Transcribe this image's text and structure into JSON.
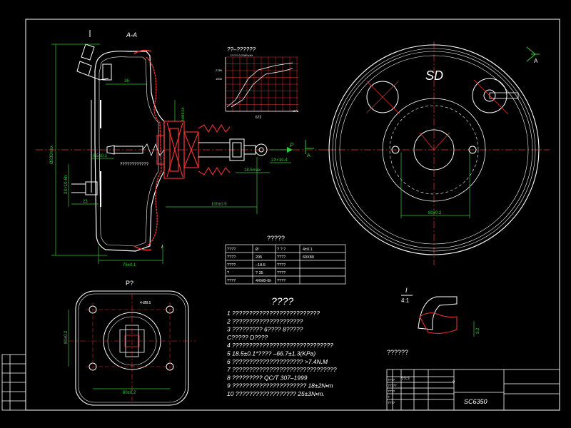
{
  "drawing": {
    "section_label": "A-A",
    "view_arrow_label": "A",
    "view_p_label": "P?",
    "front_label": "SD",
    "view_arrow_a_right": "A",
    "p_arrow_label": "P",
    "a_small_label": "A",
    "detail": {
      "num": "I",
      "scale": "4:1"
    },
    "detail_marker": "I",
    "dims": {
      "d36": "36",
      "overall_dia": "Ø230max",
      "thread_left": "2X×10-6h",
      "d23": "23",
      "d85": "8.5±0.1",
      "d75": "75±0.1",
      "d100": "100±0.5",
      "d18": "18.5max",
      "rod_thread": "2X×10-4",
      "push_note": "????????????",
      "d80_front": "80±0.2",
      "d80_pv_v": "80±0.2",
      "d80_pv_h": "80±0.2",
      "pv_top": "4-Ø8.5",
      "detail_dim": "3.2",
      "vert_small": "4xM8-6h"
    }
  },
  "chart": {
    "title": "??–??????",
    "header_text": "?????? 0.07MPa  kN",
    "y_tick_top": "2780",
    "y_tick_mid": "1500",
    "x_label": "672",
    "x_units": "MPa"
  },
  "params_table": {
    "title": "?????",
    "rows": [
      [
        "????",
        "Ø",
        "? ? ?",
        "4±0.1"
      ],
      [
        "????",
        "205",
        "????",
        "60X80"
      ],
      [
        "????",
        "–18.5",
        "????",
        ""
      ],
      [
        "?",
        "? 35",
        "????",
        ""
      ],
      [
        "????",
        "4XM8-6h",
        "????",
        ""
      ]
    ]
  },
  "notes": {
    "title": "????",
    "lines": [
      "1  ??????????????????????????",
      "2  ?????????????????????",
      "3  ?????????  6????   8?????",
      "     С?????   D????",
      "4  ??????????????????????????????",
      "5  18.5±0.1*????   –66.7±1.3(KPa)",
      "6  ?????????????????????        >7.4N.M",
      "7  ???????????????????????????????",
      "8  ?????????     QC/T 307–1999",
      "9  ??????????????????????      18±2N•m",
      "10  ??????????????????    25±3N•m."
    ]
  },
  "tech_req_label": "??????",
  "title_block": {
    "name_label": "??:?",
    "drawing_no": "SC6350",
    "mark": "?",
    "left_rows": [
      "????",
      "?????",
      "????",
      "?",
      "????"
    ]
  }
}
